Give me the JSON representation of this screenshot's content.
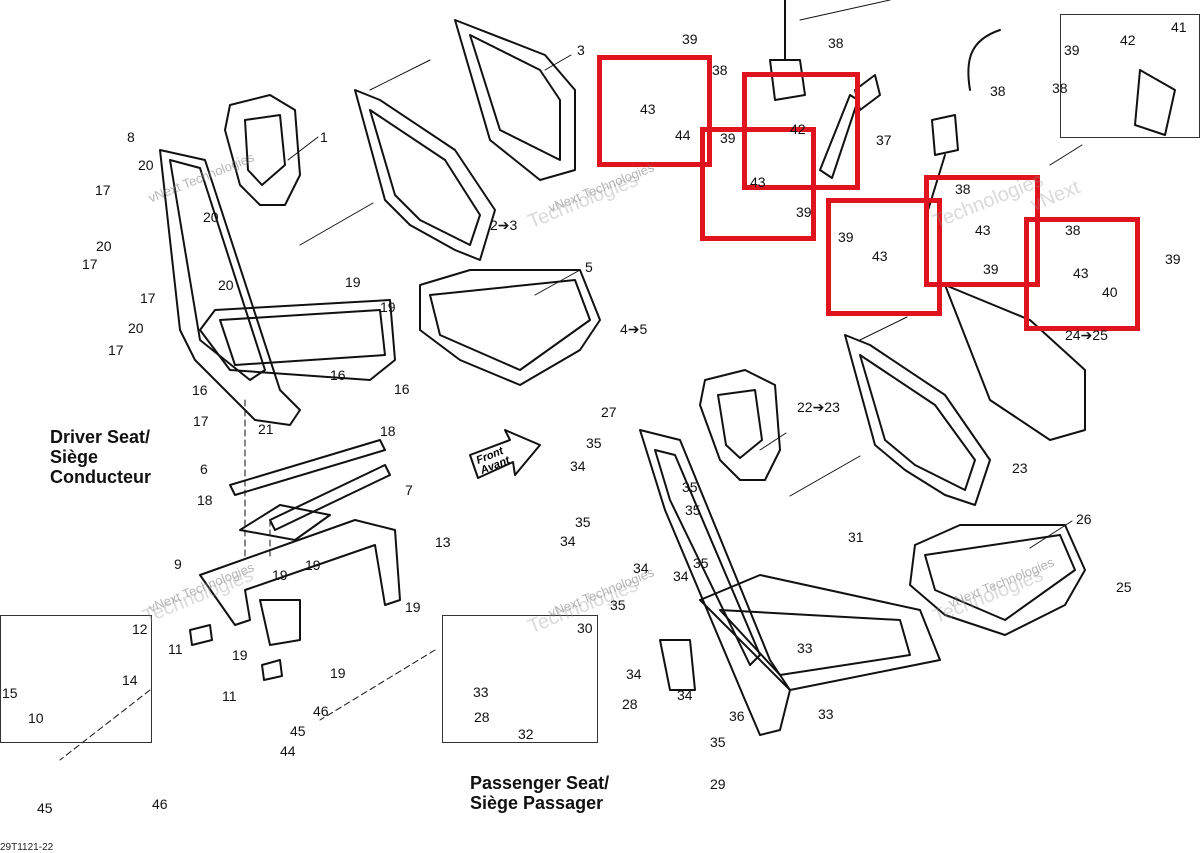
{
  "diagram": {
    "code": "29T1121-22",
    "driver_title": [
      "Driver Seat/",
      "Siège",
      "Conducteur"
    ],
    "passenger_title": [
      "Passenger Seat/",
      "Siège Passager"
    ],
    "front_label": [
      "Front",
      "Avant"
    ],
    "watermark": [
      "vNext Technologies",
      "Technologies",
      "vNext"
    ],
    "highlight_color": "#e0141e",
    "callouts": [
      "1",
      "2➔3",
      "3",
      "4➔5",
      "5",
      "6",
      "7",
      "8",
      "9",
      "10",
      "11",
      "11",
      "12",
      "13",
      "14",
      "15",
      "16",
      "16",
      "16",
      "17",
      "17",
      "17",
      "17",
      "17",
      "18",
      "18",
      "19",
      "19",
      "19",
      "19",
      "19",
      "19",
      "19",
      "20",
      "20",
      "20",
      "20",
      "20",
      "21",
      "22➔23",
      "23",
      "24➔25",
      "25",
      "26",
      "27",
      "28",
      "28",
      "29",
      "30",
      "31",
      "32",
      "33",
      "33",
      "33",
      "34",
      "34",
      "34",
      "34",
      "34",
      "34",
      "35",
      "35",
      "35",
      "35",
      "35",
      "35",
      "35",
      "36",
      "37",
      "38",
      "38",
      "38",
      "38",
      "38",
      "38",
      "39",
      "39",
      "39",
      "39",
      "39",
      "39",
      "39",
      "40",
      "41",
      "42",
      "42",
      "43",
      "43",
      "43",
      "43",
      "43",
      "44",
      "44",
      "45",
      "45",
      "46",
      "46"
    ]
  }
}
